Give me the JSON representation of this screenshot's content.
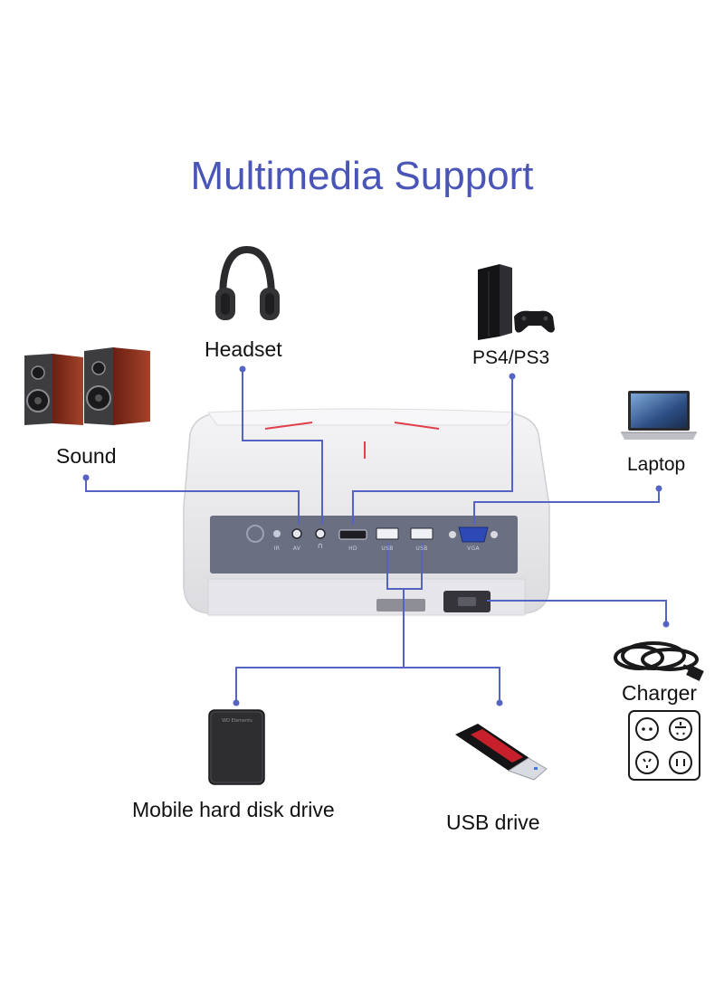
{
  "title": "Multimedia Support",
  "devices": {
    "headset": "Headset",
    "ps": "PS4/PS3",
    "sound": "Sound",
    "laptop": "Laptop",
    "charger": "Charger",
    "hdd": "Mobile hard disk drive",
    "usb": "USB drive"
  },
  "hdd_brand": "WD Elements",
  "ports": {
    "ir": "IR",
    "av": "AV",
    "headphone_symbol": "∩",
    "hd": "HD",
    "usb1": "USB",
    "usb2": "USB",
    "vga": "VGA"
  },
  "colors": {
    "title": "#4a55b8",
    "connector_line": "#5563c2",
    "panel": "#6b6f82",
    "projector_body": "#ececef",
    "accent_red": "#e0404a"
  }
}
